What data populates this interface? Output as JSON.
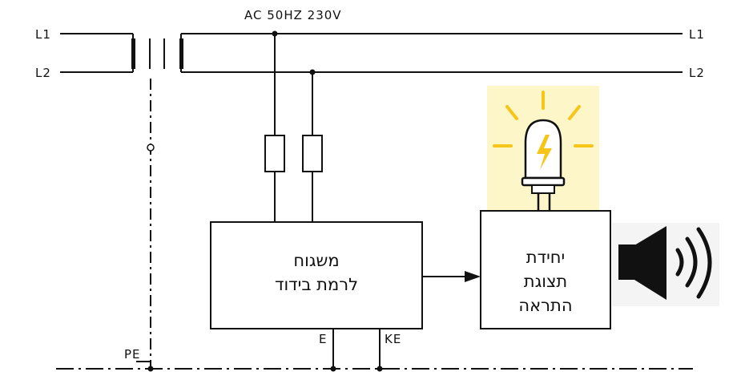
{
  "diagram": {
    "supply_label": "AC 50HZ 230V",
    "left_lines": {
      "l1": "L1",
      "l2": "L2"
    },
    "right_lines": {
      "l1": "L1",
      "l2": "L2"
    },
    "pe_label": "PE",
    "monitor_block": {
      "line1": "משגוח",
      "line2": "לרמת בידוד"
    },
    "terminals": {
      "e": "E",
      "ke": "KE"
    },
    "alarm_block": {
      "line1": "יחידת",
      "line2": "תצוגת",
      "line3": "התראה"
    },
    "icons": {
      "lamp": "warning-light-icon",
      "speaker": "speaker-icon"
    },
    "colors": {
      "line": "#111111",
      "lamp_glow_bg": "#fdf6c8",
      "lamp_rays": "#f5c518"
    }
  }
}
